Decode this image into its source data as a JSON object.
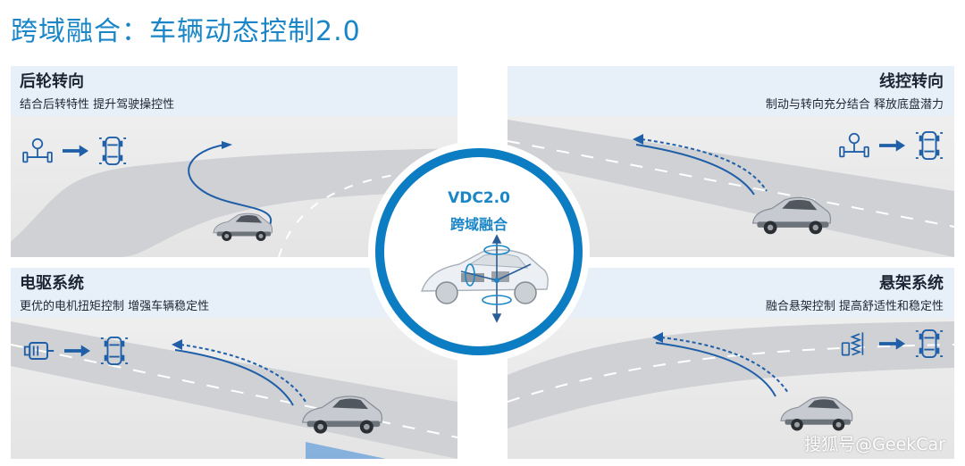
{
  "page": {
    "title": "跨域融合：车辆动态控制2.0",
    "accent_color": "#0c7dc2",
    "header_band_color": "#e7f0f9",
    "road_path_color": "#1f5fa8"
  },
  "center": {
    "line1": "VDC2.0",
    "line2": "跨域融合",
    "image": "car-cutaway-with-motion-axes"
  },
  "panels": {
    "rear_wheel_steering": {
      "title": "后轮转向",
      "subtitle": "结合后转特性  提升驾驶操控性",
      "icons": [
        "steering-input-icon",
        "arrow-right-icon",
        "car-top-view-icon"
      ]
    },
    "steer_by_wire": {
      "title": "线控转向",
      "subtitle": "制动与转向充分结合  释放底盘潜力",
      "icons": [
        "steering-input-icon",
        "arrow-right-icon",
        "car-top-view-icon"
      ]
    },
    "electric_drive": {
      "title": "电驱系统",
      "subtitle": "更优的电机扭矩控制  增强车辆稳定性",
      "icons": [
        "electric-motor-icon",
        "arrow-right-icon",
        "car-top-view-icon"
      ]
    },
    "suspension": {
      "title": "悬架系统",
      "subtitle": "融合悬架控制  提高舒适性和稳定性",
      "icons": [
        "suspension-spring-icon",
        "arrow-right-icon",
        "car-top-view-icon"
      ]
    }
  },
  "watermark": "搜狐号@GeekCar"
}
